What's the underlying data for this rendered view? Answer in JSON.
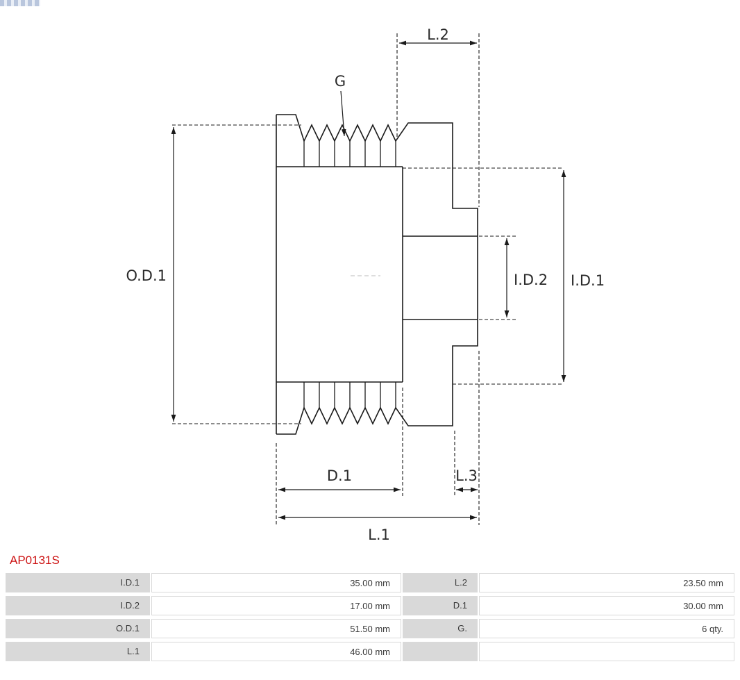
{
  "diagram": {
    "labels": {
      "od1": "O.D.1",
      "id1": "I.D.1",
      "id2": "I.D.2",
      "g": "G",
      "d1": "D.1",
      "l1": "L.1",
      "l2": "L.2",
      "l3": "L.3"
    }
  },
  "part_number": "AP0131S",
  "table": {
    "rows": [
      {
        "label_left": "I.D.1",
        "value_left": "35.00 mm",
        "label_right": "L.2",
        "value_right": "23.50 mm"
      },
      {
        "label_left": "I.D.2",
        "value_left": "17.00 mm",
        "label_right": "D.1",
        "value_right": "30.00 mm"
      },
      {
        "label_left": "O.D.1",
        "value_left": "51.50 mm",
        "label_right": "G.",
        "value_right": "6 qty."
      },
      {
        "label_left": "L.1",
        "value_left": "46.00 mm",
        "label_right": "",
        "value_right": ""
      }
    ]
  },
  "colors": {
    "accent_red": "#cc1111",
    "table_label_bg": "#d9d9d9",
    "line_color": "#1a1a1a"
  }
}
